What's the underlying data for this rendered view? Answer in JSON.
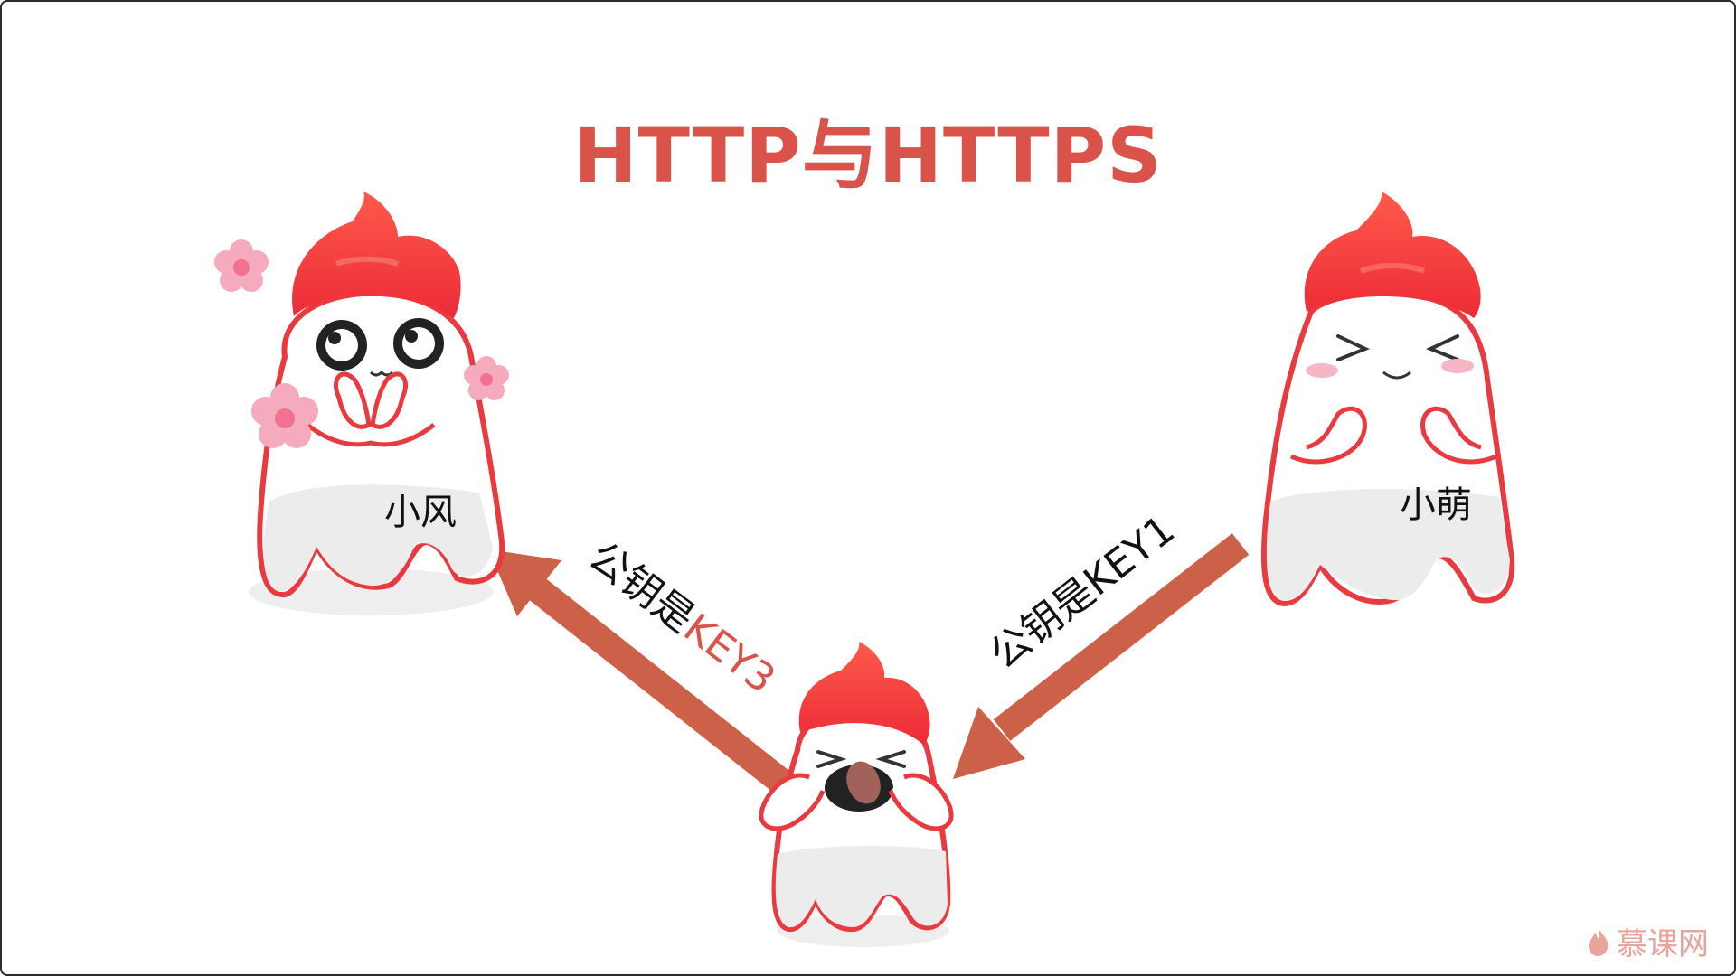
{
  "slide": {
    "title": "HTTP与HTTPS"
  },
  "characters": {
    "left": {
      "name": "小风"
    },
    "right": {
      "name": "小萌"
    }
  },
  "arrows": {
    "to_left": {
      "prefix": "公钥是",
      "key": "KEY3"
    },
    "from_right": {
      "text": "公钥是KEY1"
    }
  },
  "watermark": {
    "text": "慕课网",
    "icon": "flame-icon"
  },
  "colors": {
    "accent": "#d9534a",
    "arrow": "#cd6048",
    "hair": "#f0353a",
    "outline": "#e83a3f",
    "body": "#ffffff",
    "belly": "#ececec",
    "flower": "#f6aabd"
  }
}
